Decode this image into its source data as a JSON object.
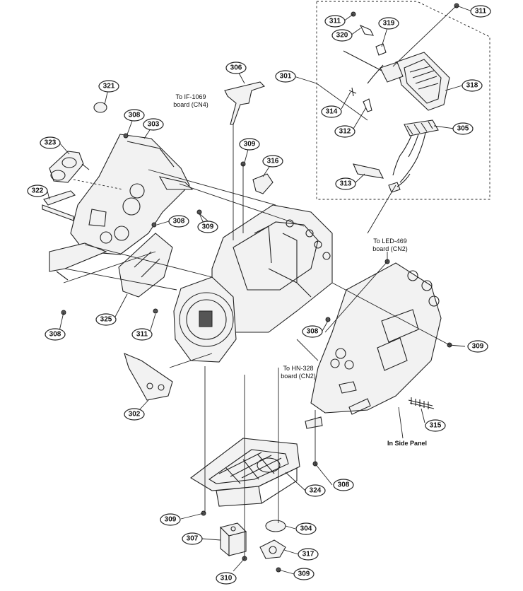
{
  "callouts": [
    {
      "id": "c311a",
      "label": "311"
    },
    {
      "id": "c311b",
      "label": "311"
    },
    {
      "id": "c320",
      "label": "320"
    },
    {
      "id": "c319",
      "label": "319"
    },
    {
      "id": "c306",
      "label": "306"
    },
    {
      "id": "c301",
      "label": "301"
    },
    {
      "id": "c318",
      "label": "318"
    },
    {
      "id": "c321",
      "label": "321"
    },
    {
      "id": "c314",
      "label": "314"
    },
    {
      "id": "c312",
      "label": "312"
    },
    {
      "id": "c305",
      "label": "305"
    },
    {
      "id": "c308a",
      "label": "308"
    },
    {
      "id": "c303",
      "label": "303"
    },
    {
      "id": "c323",
      "label": "323"
    },
    {
      "id": "c309a",
      "label": "309"
    },
    {
      "id": "c316",
      "label": "316"
    },
    {
      "id": "c313",
      "label": "313"
    },
    {
      "id": "c322",
      "label": "322"
    },
    {
      "id": "c309b",
      "label": "309"
    },
    {
      "id": "c308b",
      "label": "308"
    },
    {
      "id": "c325",
      "label": "325"
    },
    {
      "id": "c311c",
      "label": "311"
    },
    {
      "id": "c308c",
      "label": "308"
    },
    {
      "id": "c308d",
      "label": "308"
    },
    {
      "id": "c309c",
      "label": "309"
    },
    {
      "id": "c302",
      "label": "302"
    },
    {
      "id": "c315",
      "label": "315"
    },
    {
      "id": "c324",
      "label": "324"
    },
    {
      "id": "c308e",
      "label": "308"
    },
    {
      "id": "c309d",
      "label": "309"
    },
    {
      "id": "c304",
      "label": "304"
    },
    {
      "id": "c307",
      "label": "307"
    },
    {
      "id": "c317",
      "label": "317"
    },
    {
      "id": "c310",
      "label": "310"
    },
    {
      "id": "c309e",
      "label": "309"
    }
  ],
  "notes": {
    "if1069": "To IF-1069\nboard (CN4)",
    "led469": "To LED-469\nboard (CN2)",
    "hn328": "To HN-328\nboard (CN2)",
    "side_panel": "In Side Panel"
  }
}
